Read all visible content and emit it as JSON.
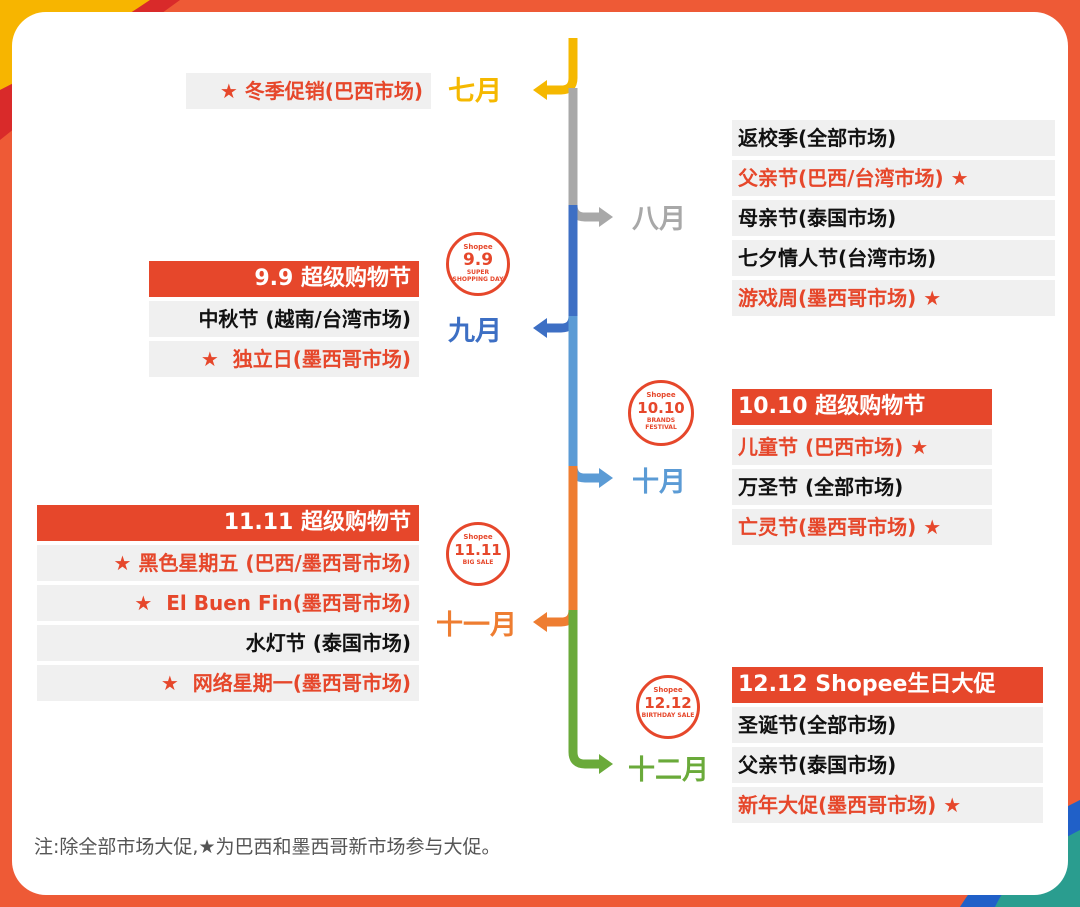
{
  "months": {
    "jul": "七月",
    "aug": "八月",
    "sep": "九月",
    "oct": "十月",
    "nov": "十一月",
    "dec": "十二月"
  },
  "star": "★",
  "jul": {
    "item": "冬季促销(巴西市场)"
  },
  "aug": {
    "items": [
      "返校季(全部市场)",
      "父亲节(巴西/台湾市场)",
      "母亲节(泰国市场)",
      "七夕情人节(台湾市场)",
      "游戏周(墨西哥市场)"
    ]
  },
  "sep": {
    "header": "9.9 超级购物节",
    "items": [
      "中秋节 (越南/台湾市场)",
      "独立日(墨西哥市场)"
    ],
    "badge": {
      "brand": "Shopee",
      "number": "9.9",
      "caption": "SUPER SHOPPING DAY"
    }
  },
  "oct": {
    "header": "10.10 超级购物节",
    "items": [
      "儿童节 (巴西市场)",
      "万圣节 (全部市场)",
      "亡灵节(墨西哥市场)"
    ],
    "badge": {
      "brand": "Shopee",
      "number": "10.10",
      "caption": "BRANDS FESTIVAL"
    }
  },
  "nov": {
    "header": "11.11 超级购物节",
    "items": [
      "黑色星期五 (巴西/墨西哥市场)",
      "El Buen Fin(墨西哥市场)",
      "水灯节 (泰国市场)",
      "网络星期一(墨西哥市场)"
    ],
    "badge": {
      "brand": "Shopee",
      "number": "11.11",
      "caption": "BIG SALE"
    }
  },
  "dec": {
    "header": "12.12 Shopee生日大促",
    "items": [
      "圣诞节(全部市场)",
      "父亲节(泰国市场)",
      "新年大促(墨西哥市场)"
    ],
    "badge": {
      "brand": "Shopee",
      "number": "12.12",
      "caption": "BIRTHDAY SALE"
    }
  },
  "note": "注:除全部市场大促,★为巴西和墨西哥新市场参与大促。",
  "colors": {
    "jul": "#f5b800",
    "aug": "#a8a8a8",
    "sep": "#3d6fc4",
    "oct": "#5b9bd5",
    "nov": "#ee7d31",
    "dec": "#6aaa3a",
    "accent": "#e6472b"
  }
}
